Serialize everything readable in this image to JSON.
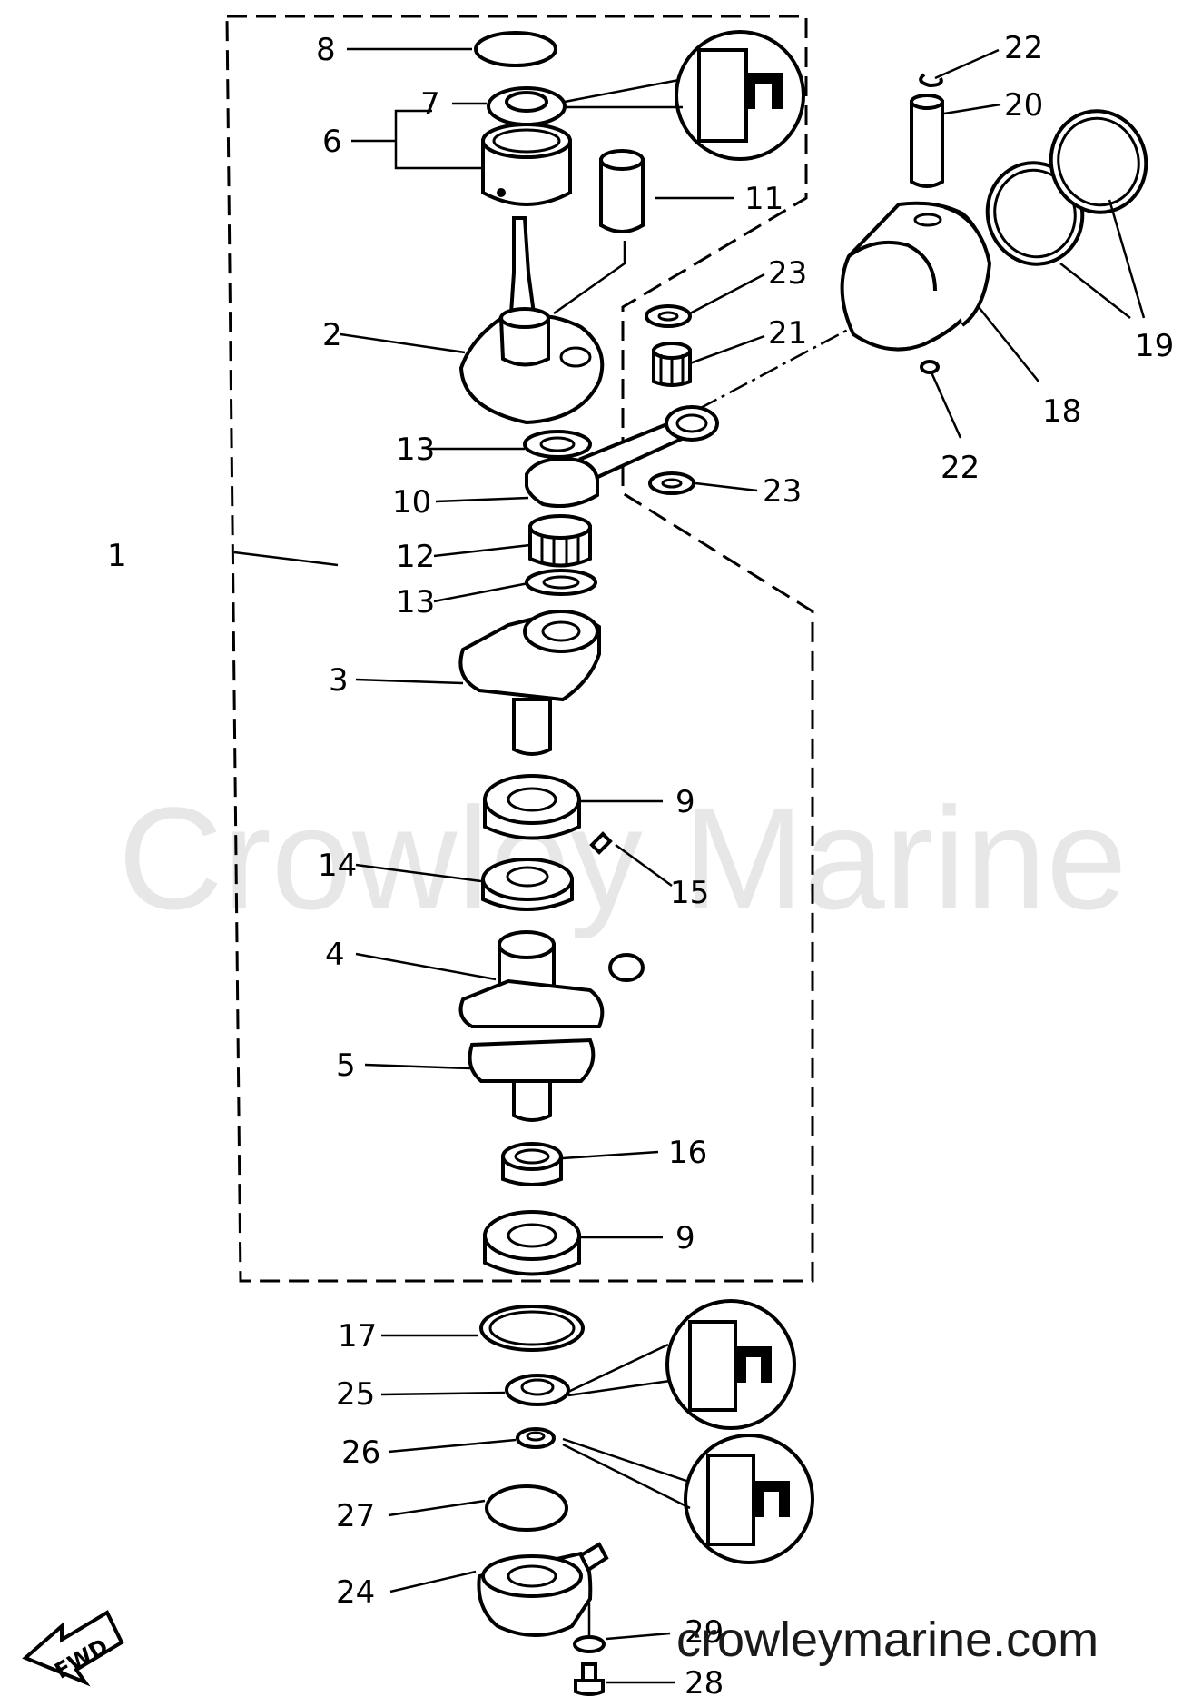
{
  "watermark": "Crowley Marine",
  "site": "crowleymarine.com",
  "fwd_label": "FWD",
  "callouts": [
    "1",
    "2",
    "3",
    "4",
    "5",
    "6",
    "7",
    "8",
    "9",
    "9",
    "10",
    "11",
    "12",
    "13",
    "13",
    "14",
    "15",
    "16",
    "17",
    "18",
    "19",
    "20",
    "21",
    "22",
    "22",
    "23",
    "23",
    "24",
    "25",
    "26",
    "27",
    "28",
    "29"
  ]
}
